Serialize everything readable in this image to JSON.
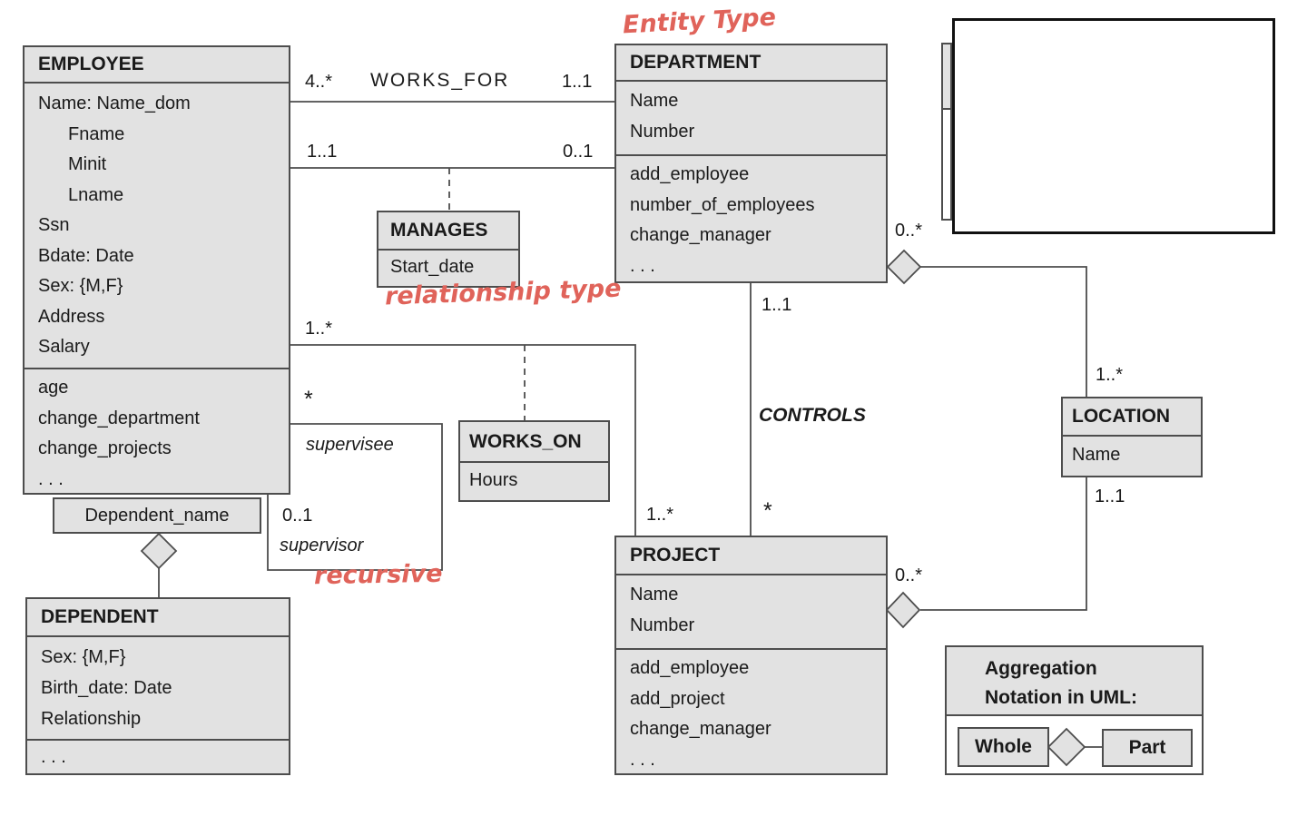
{
  "diagram": {
    "classes": {
      "employee": {
        "title": "EMPLOYEE",
        "attributes": [
          "Name: Name_dom",
          "Fname",
          "Minit",
          "Lname",
          "Ssn",
          "Bdate: Date",
          "Sex: {M,F}",
          "Address",
          "Salary"
        ],
        "operations": [
          "age",
          "change_department",
          "change_projects",
          ". . ."
        ]
      },
      "department": {
        "title": "DEPARTMENT",
        "attributes": [
          "Name",
          "Number"
        ],
        "operations": [
          "add_employee",
          "number_of_employees",
          "change_manager",
          ". . ."
        ]
      },
      "project": {
        "title": "PROJECT",
        "attributes": [
          "Name",
          "Number"
        ],
        "operations": [
          "add_employee",
          "add_project",
          "change_manager",
          ". . ."
        ]
      },
      "dependent": {
        "title": "DEPENDENT",
        "attributes": [
          "Sex: {M,F}",
          "Birth_date: Date",
          "Relationship"
        ],
        "operations": [
          ". . ."
        ]
      },
      "location": {
        "title": "LOCATION",
        "attributes": [
          "Name"
        ]
      },
      "manages": {
        "title": "MANAGES",
        "attributes": [
          "Start_date"
        ]
      },
      "works_on": {
        "title": "WORKS_ON",
        "attributes": [
          "Hours"
        ]
      }
    },
    "dependent_attribute": "Dependent_name",
    "associations": {
      "works_for": {
        "label": "WORKS_FOR",
        "employee_mult": "4..*",
        "department_mult": "1..1"
      },
      "manages": {
        "employee_mult": "1..1",
        "department_mult": "0..1"
      },
      "works_on": {
        "employee_mult": "1..*",
        "project_mult": "1..*"
      },
      "controls": {
        "label": "CONTROLS",
        "department_mult": "1..1",
        "project_mult": "*"
      },
      "supervision": {
        "supervisee_mult": "*",
        "supervisee_role": "supervisee",
        "supervisor_mult": "0..1",
        "supervisor_role": "supervisor"
      },
      "dept_locations": {
        "department_mult": "0..*",
        "location_mult": "1..*"
      },
      "project_location": {
        "location_mult": "1..1",
        "project_mult": "0..*"
      }
    },
    "annotations": {
      "entity_type": "Entity Type",
      "relationship_type": "relationship type",
      "recursive": "recursive"
    },
    "legend": {
      "title_line1": "Aggregation",
      "title_line2": "Notation in UML:",
      "whole_label": "Whole",
      "part_label": "Part"
    },
    "colors": {
      "box_fill": "#e2e2e2",
      "box_border": "#4d4d4d",
      "text": "#1a1a1a",
      "annotation_red": "#e0635a"
    }
  }
}
